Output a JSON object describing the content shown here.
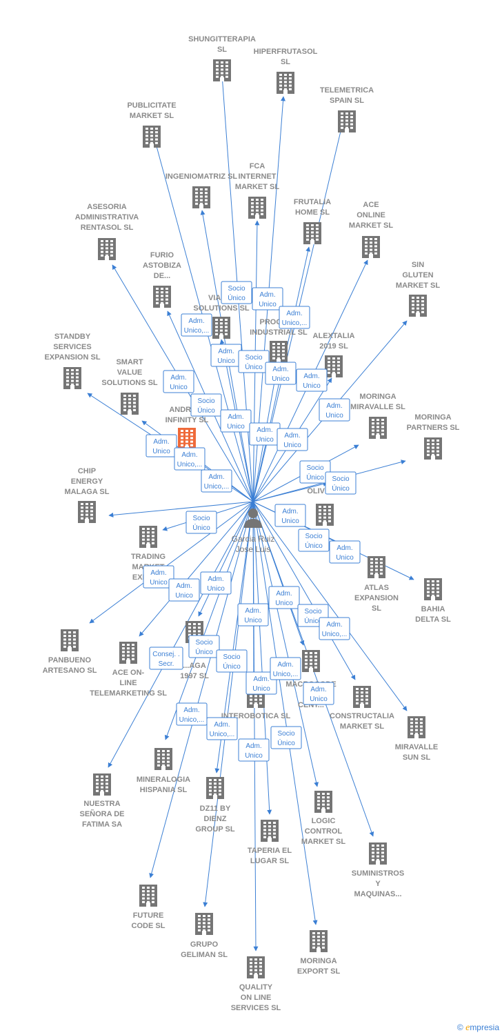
{
  "center": {
    "name_lines": [
      "Garcia Ruiz",
      "Jose Luis"
    ]
  },
  "colors": {
    "edge": "#3b7fd4",
    "building": "#757575",
    "highlight": "#ef6a3a"
  },
  "companies": [
    {
      "id": "shungitterapia",
      "lines": [
        "SHUNGITTERAPIA",
        "SL"
      ]
    },
    {
      "id": "hiperfrutasol",
      "lines": [
        "HIPERFRUTASOL",
        "SL"
      ]
    },
    {
      "id": "telemetrica",
      "lines": [
        "TELEMETRICA",
        "SPAIN  SL"
      ]
    },
    {
      "id": "publicitate",
      "lines": [
        "PUBLICITATE",
        "MARKET  SL"
      ]
    },
    {
      "id": "ingeniomatriz",
      "lines": [
        "INGENIOMATRIZ SL"
      ]
    },
    {
      "id": "fca-internet",
      "lines": [
        "FCA",
        "INTERNET",
        "MARKET  SL"
      ]
    },
    {
      "id": "frutalia",
      "lines": [
        "FRUTALIA",
        "HOME  SL"
      ]
    },
    {
      "id": "ace-online",
      "lines": [
        "ACE",
        "ONLINE",
        "MARKET  SL"
      ]
    },
    {
      "id": "asesoria",
      "lines": [
        "ASESORIA",
        "ADMINISTRATIVA",
        "RENTASOL SL"
      ]
    },
    {
      "id": "furio",
      "lines": [
        "FURIO",
        "ASTOBIZA",
        "DE..."
      ]
    },
    {
      "id": "sin-gluten",
      "lines": [
        "SIN",
        "GLUTEN",
        "MARKET  SL"
      ]
    },
    {
      "id": "via-h",
      "lines": [
        "VIA H...",
        "SOLUTIONS SL"
      ]
    },
    {
      "id": "procle",
      "lines": [
        "PROCLE...",
        "INDUSTRIAL SL"
      ]
    },
    {
      "id": "alextalia",
      "lines": [
        "ALEXTALIA",
        "2019  SL"
      ]
    },
    {
      "id": "standby",
      "lines": [
        "STANDBY",
        "SERVICES",
        "EXPANSION SL"
      ]
    },
    {
      "id": "smart-value",
      "lines": [
        "SMART",
        "VALUE",
        "SOLUTIONS SL"
      ]
    },
    {
      "id": "moringa-miravalle",
      "lines": [
        "MORINGA",
        "MIRAVALLE  SL"
      ]
    },
    {
      "id": "moringa-partners",
      "lines": [
        "MORINGA",
        "PARTNERS  SL"
      ]
    },
    {
      "id": "android-infinity",
      "lines": [
        "ANDROID",
        "INFINITY  SL"
      ]
    },
    {
      "id": "solar-olivo",
      "lines": [
        "SOL...",
        "OLIVO SL"
      ]
    },
    {
      "id": "chip-energy",
      "lines": [
        "CHIP",
        "ENERGY",
        "MALAGA  SL"
      ]
    },
    {
      "id": "trading-market",
      "lines": [
        "TRADING",
        "MARKET",
        "EXPAN..."
      ]
    },
    {
      "id": "atlas-expansion",
      "lines": [
        "ATLAS",
        "EXPANSION",
        "SL"
      ]
    },
    {
      "id": "bahia-delta",
      "lines": [
        "BAHIA",
        "DELTA  SL"
      ]
    },
    {
      "id": "panbueno",
      "lines": [
        "PANBUENO",
        "ARTESANO  SL"
      ]
    },
    {
      "id": "ace-on-line",
      "lines": [
        "ACE ON-",
        "LINE",
        "TELEMARKETING SL"
      ]
    },
    {
      "id": "malaga-1997",
      "lines": [
        "...AGA",
        "1997  SL"
      ]
    },
    {
      "id": "macro-code",
      "lines": [
        "MACROCODE",
        "C...",
        "CENT..."
      ]
    },
    {
      "id": "constructalia",
      "lines": [
        "CONSTRUCTALIA",
        "MARKET  SL"
      ]
    },
    {
      "id": "interobotica",
      "lines": [
        "INTEROBOTICA SL"
      ]
    },
    {
      "id": "miravalle-sun",
      "lines": [
        "MIRAVALLE",
        "SUN  SL"
      ]
    },
    {
      "id": "mineralogia",
      "lines": [
        "MINERALOGIA",
        "HISPANIA  SL"
      ]
    },
    {
      "id": "nuestra-senora",
      "lines": [
        "NUESTRA",
        "SEÑORA DE",
        "FATIMA SA"
      ]
    },
    {
      "id": "dz11",
      "lines": [
        "DZ11 BY",
        "DIENZ",
        "GROUP  SL"
      ]
    },
    {
      "id": "logic-control",
      "lines": [
        "LOGIC",
        "CONTROL",
        "MARKET  SL"
      ]
    },
    {
      "id": "taperia",
      "lines": [
        "TAPERIA EL",
        "LUGAR SL"
      ]
    },
    {
      "id": "suministros",
      "lines": [
        "SUMINISTROS",
        "Y",
        "MAQUINAS..."
      ]
    },
    {
      "id": "future-code",
      "lines": [
        "FUTURE",
        "CODE  SL"
      ]
    },
    {
      "id": "grupo-geliman",
      "lines": [
        "GRUPO",
        "GELIMAN  SL"
      ]
    },
    {
      "id": "moringa-export",
      "lines": [
        "MORINGA",
        "EXPORT  SL"
      ]
    },
    {
      "id": "quality-online",
      "lines": [
        "QUALITY",
        "ON LINE",
        "SERVICES  SL"
      ]
    }
  ],
  "relations": [
    {
      "lines": [
        "Socio",
        "Único"
      ]
    },
    {
      "lines": [
        "Adm.",
        "Unico"
      ]
    },
    {
      "lines": [
        "Adm.",
        "Unico,..."
      ]
    },
    {
      "lines": [
        "Adm.",
        "Unico,..."
      ]
    },
    {
      "lines": [
        "Adm.",
        "Unico"
      ]
    },
    {
      "lines": [
        "Socio",
        "Único"
      ]
    },
    {
      "lines": [
        "Adm.",
        "Unico"
      ]
    },
    {
      "lines": [
        "Adm.",
        "Unico"
      ]
    },
    {
      "lines": [
        "Adm.",
        "Unico"
      ]
    },
    {
      "lines": [
        "Socio",
        "Único"
      ]
    },
    {
      "lines": [
        "Adm.",
        "Unico"
      ]
    },
    {
      "lines": [
        "Adm.",
        "Unico"
      ]
    },
    {
      "lines": [
        "Adm.",
        "Unico"
      ]
    },
    {
      "lines": [
        "Adm.",
        "Unico"
      ]
    },
    {
      "lines": [
        "Adm.",
        "Unico"
      ]
    },
    {
      "lines": [
        "Socio",
        "Único"
      ]
    },
    {
      "lines": [
        "Socio",
        "Único"
      ]
    },
    {
      "lines": [
        "Adm.",
        "Unico,..."
      ]
    },
    {
      "lines": [
        "Adm.",
        "Unico,..."
      ]
    },
    {
      "lines": [
        "Socio",
        "Único"
      ]
    },
    {
      "lines": [
        "Adm.",
        "Unico"
      ]
    },
    {
      "lines": [
        "Socio",
        "Único"
      ]
    },
    {
      "lines": [
        "Adm.",
        "Unico"
      ]
    },
    {
      "lines": [
        "Adm.",
        "Unico"
      ]
    },
    {
      "lines": [
        "Adm.",
        "Unico"
      ]
    },
    {
      "lines": [
        "Adm.",
        "Unico"
      ]
    },
    {
      "lines": [
        "Adm.",
        "Unico"
      ]
    },
    {
      "lines": [
        "Adm.",
        "Unico"
      ]
    },
    {
      "lines": [
        "Socio",
        "Único"
      ]
    },
    {
      "lines": [
        "Adm.",
        "Unico,..."
      ]
    },
    {
      "lines": [
        "Socio",
        "Único"
      ]
    },
    {
      "lines": [
        "Consej. .",
        "Secr."
      ]
    },
    {
      "lines": [
        "Socio",
        "Único"
      ]
    },
    {
      "lines": [
        "Adm.",
        "Unico"
      ]
    },
    {
      "lines": [
        "Adm.",
        "Unico,..."
      ]
    },
    {
      "lines": [
        "Adm.",
        "Unico"
      ]
    },
    {
      "lines": [
        "Adm.",
        "Unico,..."
      ]
    },
    {
      "lines": [
        "Adm.",
        "Unico,..."
      ]
    },
    {
      "lines": [
        "Socio",
        "Único"
      ]
    },
    {
      "lines": [
        "Adm.",
        "Unico"
      ]
    }
  ],
  "footer": {
    "symbol": "©",
    "brand_initial": "e",
    "brand_rest": "mpresia"
  }
}
